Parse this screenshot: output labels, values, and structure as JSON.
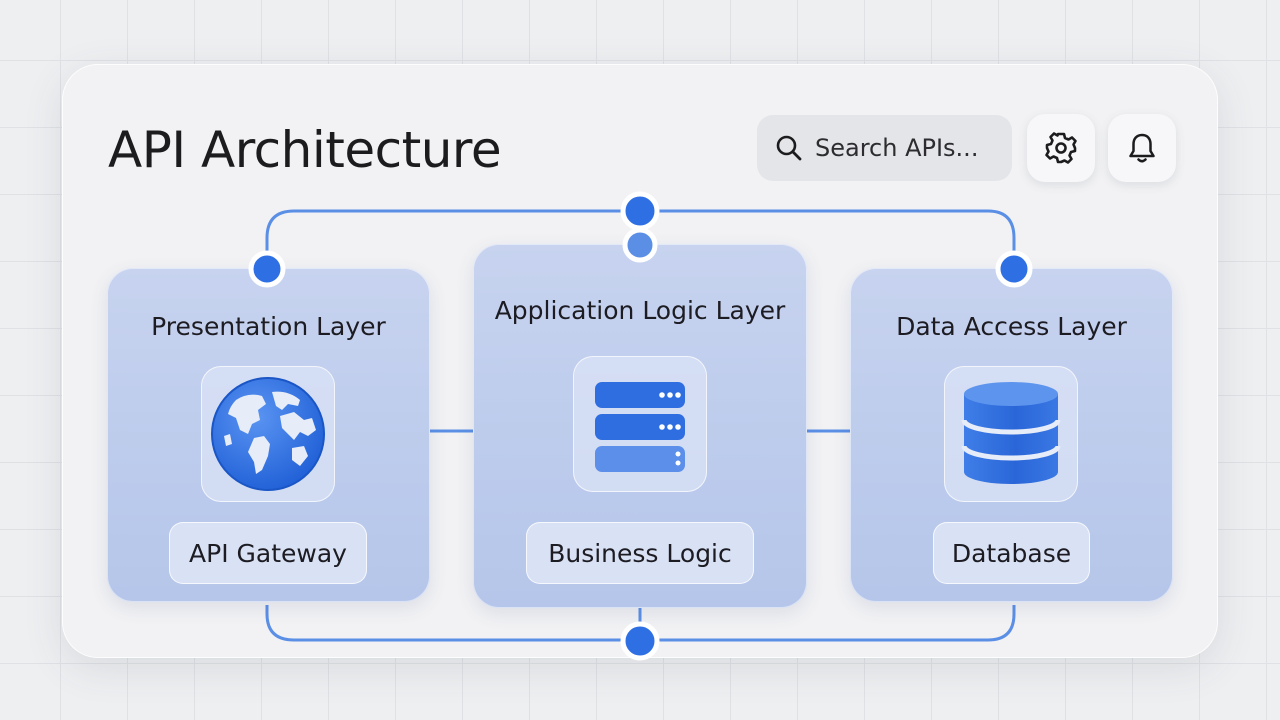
{
  "header": {
    "title": "API Architecture",
    "search_placeholder": "Search APIs...",
    "settings_icon": "gear-icon",
    "notifications_icon": "bell-icon"
  },
  "layers": [
    {
      "id": "presentation",
      "title": "Presentation Layer",
      "icon": "globe-icon",
      "component": "API Gateway"
    },
    {
      "id": "application",
      "title": "Application Logic Layer",
      "icon": "server-stack-icon",
      "component": "Business Logic"
    },
    {
      "id": "data",
      "title": "Data Access Layer",
      "icon": "database-icon",
      "component": "Database"
    }
  ],
  "colors": {
    "accent": "#2f6fe4",
    "connector": "#5b8fe6",
    "card_fill": "#c2d0ee",
    "panel": "#f2f2f4"
  }
}
